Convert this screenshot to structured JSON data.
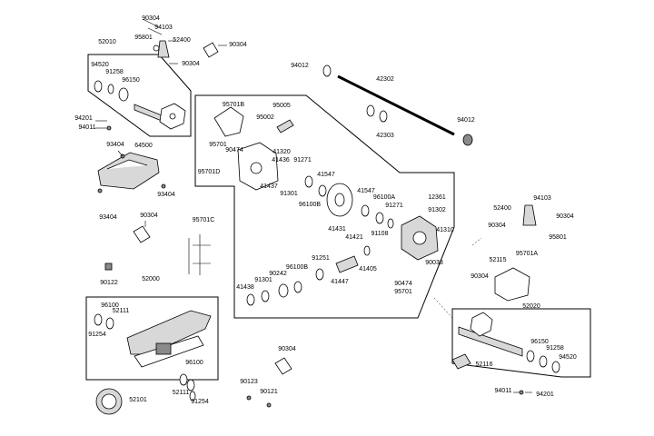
{
  "parts": [
    {
      "id": "p-90304-a",
      "text": "90304"
    },
    {
      "id": "p-94103-a",
      "text": "94103"
    },
    {
      "id": "p-95801-a",
      "text": "95801"
    },
    {
      "id": "p-52400-a",
      "text": "52400"
    },
    {
      "id": "p-90304-b",
      "text": "90304"
    },
    {
      "id": "p-90304-c",
      "text": "90304"
    },
    {
      "id": "p-52010",
      "text": "52010"
    },
    {
      "id": "p-94520-a",
      "text": "94520"
    },
    {
      "id": "p-91258-a",
      "text": "91258"
    },
    {
      "id": "p-96150-a",
      "text": "96150"
    },
    {
      "id": "p-94201-a",
      "text": "94201"
    },
    {
      "id": "p-94011-a",
      "text": "94011"
    },
    {
      "id": "p-93404-a",
      "text": "93404"
    },
    {
      "id": "p-64500",
      "text": "64500"
    },
    {
      "id": "p-93404-b",
      "text": "93404"
    },
    {
      "id": "p-93404-c",
      "text": "93404"
    },
    {
      "id": "p-90304-d",
      "text": "90304"
    },
    {
      "id": "p-95701c",
      "text": "95701C"
    },
    {
      "id": "p-90122",
      "text": "90122"
    },
    {
      "id": "p-52000",
      "text": "52000"
    },
    {
      "id": "p-96100-a",
      "text": "96100"
    },
    {
      "id": "p-52111-a",
      "text": "52111"
    },
    {
      "id": "p-91254-a",
      "text": "91254"
    },
    {
      "id": "p-96100-b",
      "text": "96100"
    },
    {
      "id": "p-52111-b",
      "text": "52111"
    },
    {
      "id": "p-91254-b",
      "text": "91254"
    },
    {
      "id": "p-52101",
      "text": "52101"
    },
    {
      "id": "p-94012-a",
      "text": "94012"
    },
    {
      "id": "p-42302",
      "text": "42302"
    },
    {
      "id": "p-42303",
      "text": "42303"
    },
    {
      "id": "p-94012-b",
      "text": "94012"
    },
    {
      "id": "p-95701b",
      "text": "95701B"
    },
    {
      "id": "p-95005",
      "text": "95005"
    },
    {
      "id": "p-95002",
      "text": "95002"
    },
    {
      "id": "p-95701-a",
      "text": "95701"
    },
    {
      "id": "p-90474-a",
      "text": "90474"
    },
    {
      "id": "p-41320",
      "text": "41320"
    },
    {
      "id": "p-95701d",
      "text": "95701D"
    },
    {
      "id": "p-41436",
      "text": "41436"
    },
    {
      "id": "p-91271-a",
      "text": "91271"
    },
    {
      "id": "p-41437",
      "text": "41437"
    },
    {
      "id": "p-91301-a",
      "text": "91301"
    },
    {
      "id": "p-41547-a",
      "text": "41547"
    },
    {
      "id": "p-96100b-a",
      "text": "96100B"
    },
    {
      "id": "p-41547-b",
      "text": "41547"
    },
    {
      "id": "p-12361",
      "text": "12361"
    },
    {
      "id": "p-96100a",
      "text": "96100A"
    },
    {
      "id": "p-91271-b",
      "text": "91271"
    },
    {
      "id": "p-91302",
      "text": "91302"
    },
    {
      "id": "p-41431",
      "text": "41431"
    },
    {
      "id": "p-41310",
      "text": "41310"
    },
    {
      "id": "p-91108",
      "text": "91108"
    },
    {
      "id": "p-41421",
      "text": "41421"
    },
    {
      "id": "p-90033",
      "text": "90033"
    },
    {
      "id": "p-91251",
      "text": "91251"
    },
    {
      "id": "p-41405",
      "text": "41405"
    },
    {
      "id": "p-90242",
      "text": "90242"
    },
    {
      "id": "p-96100b-b",
      "text": "96100B"
    },
    {
      "id": "p-91301-b",
      "text": "91301"
    },
    {
      "id": "p-41438",
      "text": "41438"
    },
    {
      "id": "p-41447",
      "text": "41447"
    },
    {
      "id": "p-90474-b",
      "text": "90474"
    },
    {
      "id": "p-95701-b",
      "text": "95701"
    },
    {
      "id": "p-52400-b",
      "text": "52400"
    },
    {
      "id": "p-94103-b",
      "text": "94103"
    },
    {
      "id": "p-90304-e",
      "text": "90304"
    },
    {
      "id": "p-90304-f",
      "text": "90304"
    },
    {
      "id": "p-95801-b",
      "text": "95801"
    },
    {
      "id": "p-52115",
      "text": "52115"
    },
    {
      "id": "p-95701a",
      "text": "95701A"
    },
    {
      "id": "p-90304-g",
      "text": "90304"
    },
    {
      "id": "p-52020",
      "text": "52020"
    },
    {
      "id": "p-96150-b",
      "text": "96150"
    },
    {
      "id": "p-91258-b",
      "text": "91258"
    },
    {
      "id": "p-94520-b",
      "text": "94520"
    },
    {
      "id": "p-52116",
      "text": "52116"
    },
    {
      "id": "p-94011-b",
      "text": "94011"
    },
    {
      "id": "p-94201-b",
      "text": "94201"
    },
    {
      "id": "p-90304-h",
      "text": "90304"
    },
    {
      "id": "p-90123",
      "text": "90123"
    },
    {
      "id": "p-90121",
      "text": "90121"
    }
  ]
}
